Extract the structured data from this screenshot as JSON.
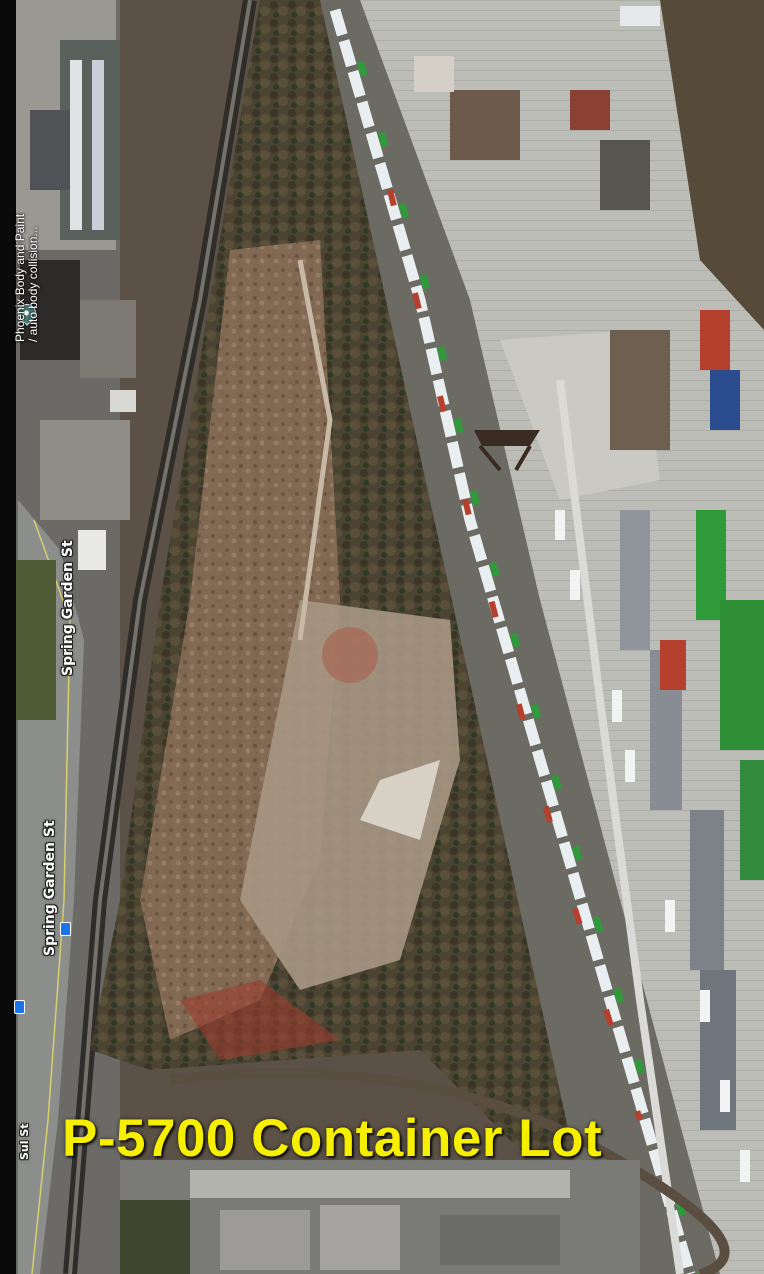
{
  "map": {
    "overlay_title": "P-5700 Container Lot",
    "colors": {
      "title_text": "#f6f000",
      "road_label": "#ffffff",
      "container_green": "#2f9a3a",
      "container_red": "#b5402e",
      "container_blue": "#2b4d8f",
      "railcar_white": "#e9eef0",
      "road_gray": "#8a8d8c",
      "trees": "#4a4331"
    },
    "road_labels": [
      {
        "text": "Spring Garden St"
      },
      {
        "text": "Spring Garden St"
      },
      {
        "text": "Sul St"
      }
    ],
    "poi": {
      "icon": "map-pin-icon",
      "line1": "Phoenix Body and Paint",
      "line2": "/ auto body collision..."
    },
    "markers": [
      {
        "icon": "transit-stop-icon"
      },
      {
        "icon": "transit-stop-icon"
      }
    ]
  }
}
